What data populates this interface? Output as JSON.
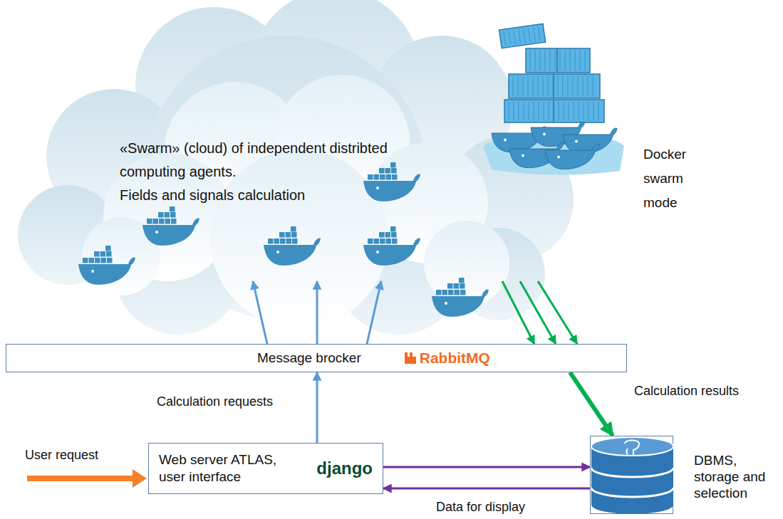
{
  "diagram": {
    "nodes": [
      {
        "text": [
          "«Swarm» (cloud) of independent distribted computing agents.",
          "Fields and signals calculation"
        ]
      },
      {
        "text": [
          "Message brocker",
          "RabbitMQ"
        ]
      },
      {
        "text": [
          "Web server ATLAS, user interface",
          "django"
        ]
      },
      {
        "text": [
          "DBMS, storage and selection"
        ]
      }
    ],
    "edges": [
      {
        "from": 2,
        "to": 1,
        "arrow": "to",
        "label": "Calculation requests"
      },
      {
        "from": 1,
        "to": 0,
        "arrow": "to"
      },
      {
        "from": 1,
        "to": 0,
        "arrow": "to"
      },
      {
        "from": 1,
        "to": 0,
        "arrow": "to"
      },
      {
        "from": 0,
        "to": 1,
        "arrow": "to"
      },
      {
        "from": 0,
        "to": 1,
        "arrow": "to"
      },
      {
        "from": 0,
        "to": 1,
        "arrow": "to"
      },
      {
        "from": 1,
        "to": 3,
        "arrow": "to",
        "label": "Calculation results"
      },
      {
        "from": 2,
        "to": 3,
        "arrow": "to"
      },
      {
        "from": 3,
        "to": 2,
        "arrow": "to",
        "label": "Data for display"
      }
    ],
    "labels": [
      "Docker swarm mode",
      "User request"
    ]
  }
}
